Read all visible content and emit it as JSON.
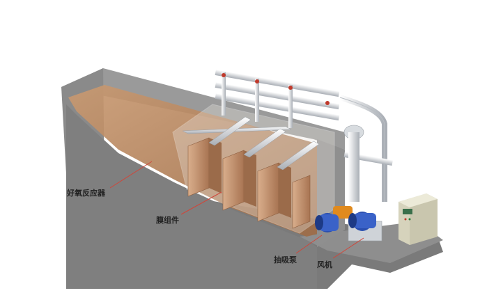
{
  "labels": {
    "aerobic_reactor": "好氧反应器",
    "membrane_module": "膜组件",
    "suction_pump": "抽吸泵",
    "blower": "风机"
  },
  "colors": {
    "wall": "#8c8c8c",
    "floor": "#6e6e6e",
    "sludge": "#b88a62",
    "membrane": "#c89a78",
    "pipe": "#d7dbe0",
    "pipe_valve": "#c0392b",
    "pump_blue": "#2a4fb0",
    "pump_orange": "#e08a1e",
    "leader_line": "#d0463a",
    "control_cabinet": "#e6e4cf"
  }
}
